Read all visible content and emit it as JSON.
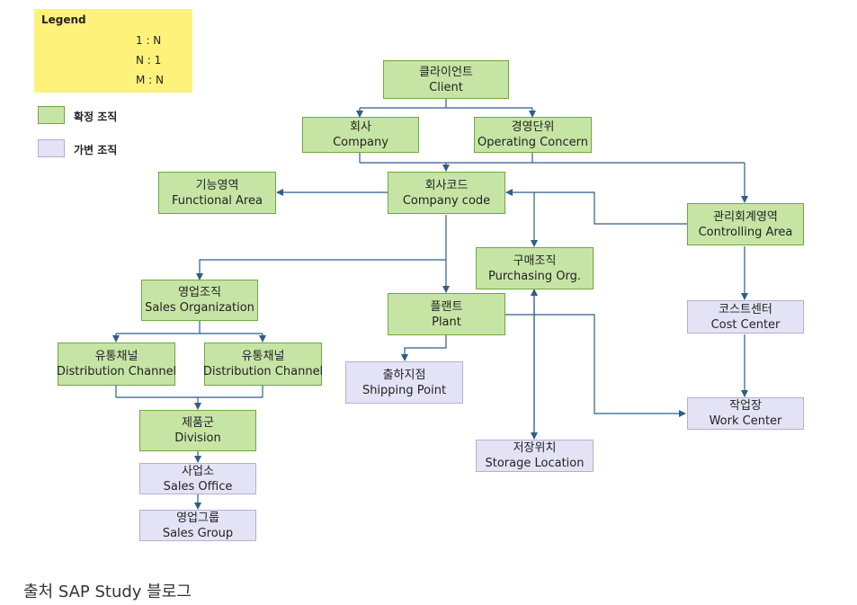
{
  "legend": {
    "title": "Legend",
    "relations": [
      {
        "label": "1 : N"
      },
      {
        "label": "N : 1"
      },
      {
        "label": "M : N"
      }
    ],
    "keys": [
      {
        "label": "확정 조직",
        "color": "#c6e5a5"
      },
      {
        "label": "가변 조직",
        "color": "#e4e3f6"
      }
    ]
  },
  "nodes": {
    "client": {
      "ko": "클라이언트",
      "en": "Client"
    },
    "company": {
      "ko": "회사",
      "en": "Company"
    },
    "operating_concern": {
      "ko": "경영단위",
      "en": "Operating Concern"
    },
    "functional_area": {
      "ko": "기능영역",
      "en": "Functional Area"
    },
    "company_code": {
      "ko": "회사코드",
      "en": "Company code"
    },
    "controlling_area": {
      "ko": "관리회계영역",
      "en": "Controlling Area"
    },
    "purchasing_org": {
      "ko": "구매조직",
      "en": "Purchasing Org."
    },
    "sales_org": {
      "ko": "영업조직",
      "en": "Sales Organization"
    },
    "plant": {
      "ko": "플랜트",
      "en": "Plant"
    },
    "cost_center": {
      "ko": "코스트센터",
      "en": "Cost Center"
    },
    "dist_channel_1": {
      "ko": "유통채널",
      "en": "Distribution Channel"
    },
    "dist_channel_2": {
      "ko": "유통채널",
      "en": "Distribution Channel"
    },
    "shipping_point": {
      "ko": "출하지점",
      "en": "Shipping Point"
    },
    "work_center": {
      "ko": "작업장",
      "en": "Work Center"
    },
    "division": {
      "ko": "제품군",
      "en": "Division"
    },
    "storage_location": {
      "ko": "저장위치",
      "en": "Storage Location"
    },
    "sales_office": {
      "ko": "사업소",
      "en": "Sales Office"
    },
    "sales_group": {
      "ko": "영업그룹",
      "en": "Sales Group"
    }
  },
  "source": "출처 SAP Study 블로그",
  "colors": {
    "fixed": "#c6e5a5",
    "variable": "#e4e3f6",
    "legend_bg": "#fff27a",
    "connector": "#2f5d8a"
  }
}
